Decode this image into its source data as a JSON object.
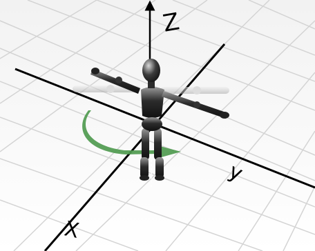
{
  "axes": {
    "z_label": "Z",
    "y_label": "y",
    "x_label": "X"
  },
  "icons": {
    "figure": "wooden-mannequin-icon",
    "rotation": "rotation-arrow-icon"
  },
  "colors": {
    "background": "#ffffff",
    "grid_light": "#d2d2d2",
    "axis": "#000000",
    "rotation_arrow": "#4f9a4f",
    "figure_body": "#3a3a3a"
  }
}
